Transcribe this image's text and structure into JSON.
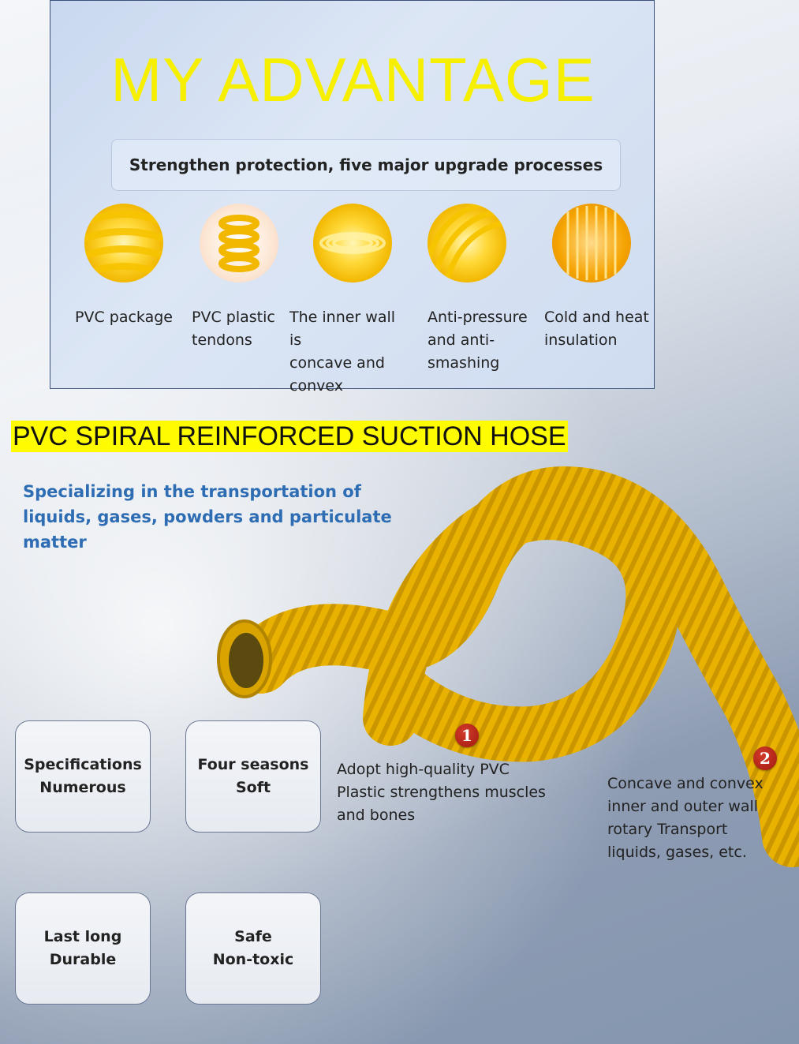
{
  "advantage": {
    "title": "MY ADVANTAGE",
    "subtitle": "Strengthen protection, five major upgrade processes",
    "features": [
      {
        "label": "PVC package"
      },
      {
        "label": "PVC plastic\ntendons"
      },
      {
        "label": "The inner wall is\nconcave and\nconvex"
      },
      {
        "label": "Anti-pressure\nand anti-\nsmashing"
      },
      {
        "label": "Cold and heat\ninsulation"
      }
    ]
  },
  "product": {
    "title": "PVC SPIRAL REINFORCED SUCTION HOSE",
    "description": "Specializing in the transportation of liquids, gases, powders and particulate matter"
  },
  "cards": [
    {
      "text": "Specifications\nNumerous"
    },
    {
      "text": "Four seasons\nSoft"
    },
    {
      "text": "Last long\nDurable"
    },
    {
      "text": "Safe\nNon-toxic"
    }
  ],
  "callouts": [
    {
      "number": "1",
      "text": "Adopt high-quality PVC\nPlastic strengthens muscles\nand bones"
    },
    {
      "number": "2",
      "text": "Concave and convex\ninner and outer wall\nrotary Transport\nliquids, gases, etc."
    }
  ],
  "colors": {
    "title_yellow": "#f6f000",
    "highlight": "#fffb00",
    "description_blue": "#2e6db3",
    "marker_red": "#b0241a"
  }
}
